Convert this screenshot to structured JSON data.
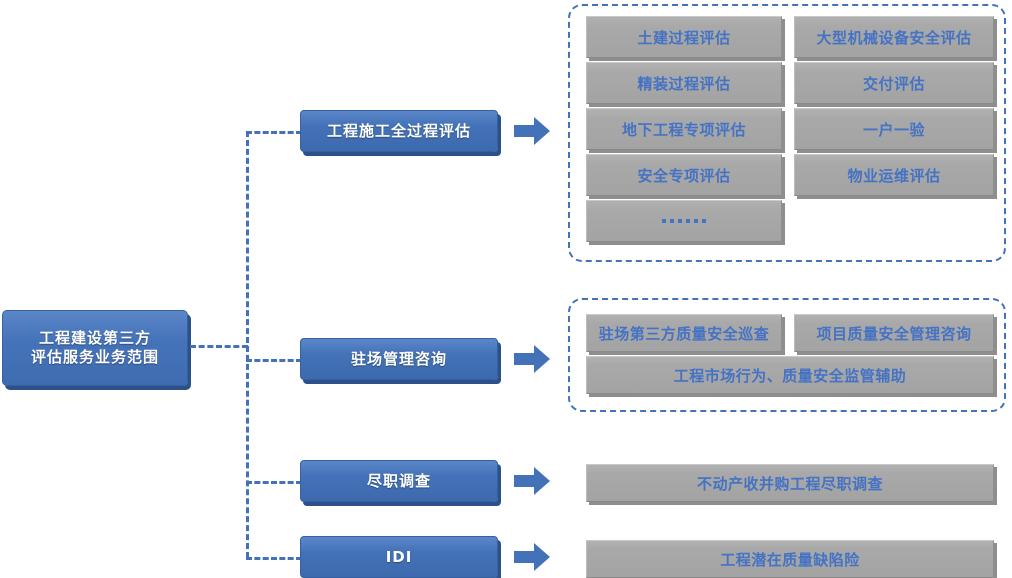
{
  "root": {
    "label": "工程建设第三方\n评估服务业务范围",
    "line1": "工程建设第三方",
    "line2": "评估服务业务范围"
  },
  "theme": {
    "blue_box_fill": "#4472b8",
    "blue_box_shadow": "#2c518a",
    "gray_box_fill": "#a9a9a9",
    "gray_box_shadow": "#8e8e8e",
    "text_blue": "#4472c4",
    "dashed_line": "#4472b8",
    "arrow_fill": "#4472b8",
    "background": "#ffffff"
  },
  "categories": [
    {
      "id": "construction-full-process",
      "label": "工程施工全过程评估",
      "arrow": "right-arrow-icon",
      "framed": true,
      "leaves": [
        {
          "label": "土建过程评估"
        },
        {
          "label": "大型机械设备安全评估"
        },
        {
          "label": "精装过程评估"
        },
        {
          "label": "交付评估"
        },
        {
          "label": "地下工程专项评估"
        },
        {
          "label": "一户一验"
        },
        {
          "label": "安全专项评估"
        },
        {
          "label": "物业运维评估"
        },
        {
          "label": "……"
        }
      ]
    },
    {
      "id": "onsite-management-consulting",
      "label": "驻场管理咨询",
      "arrow": "right-arrow-icon",
      "framed": true,
      "leaves": [
        {
          "label": "驻场第三方质量安全巡查"
        },
        {
          "label": "项目质量安全管理咨询"
        },
        {
          "label": "工程市场行为、质量安全监管辅助"
        }
      ]
    },
    {
      "id": "due-diligence",
      "label": "尽职调查",
      "arrow": "right-arrow-icon",
      "framed": false,
      "leaves": [
        {
          "label": "不动产收并购工程尽职调查"
        }
      ]
    },
    {
      "id": "idi",
      "label": "IDI",
      "arrow": "right-arrow-icon",
      "framed": false,
      "leaves": [
        {
          "label": "工程潜在质量缺陷险"
        }
      ]
    }
  ],
  "group1": {
    "c1r1": "土建过程评估",
    "c2r1": "大型机械设备安全评估",
    "c1r2": "精装过程评估",
    "c2r2": "交付评估",
    "c1r3": "地下工程专项评估",
    "c2r3": "一户一验",
    "c1r4": "安全专项评估",
    "c2r4": "物业运维评估",
    "c1r5": "……"
  },
  "group2": {
    "c1r1": "驻场第三方质量安全巡查",
    "c2r1": "项目质量安全管理咨询",
    "wide": "工程市场行为、质量安全监管辅助"
  },
  "group3": {
    "wide": "不动产收并购工程尽职调查"
  },
  "group4": {
    "wide": "工程潜在质量缺陷险"
  }
}
